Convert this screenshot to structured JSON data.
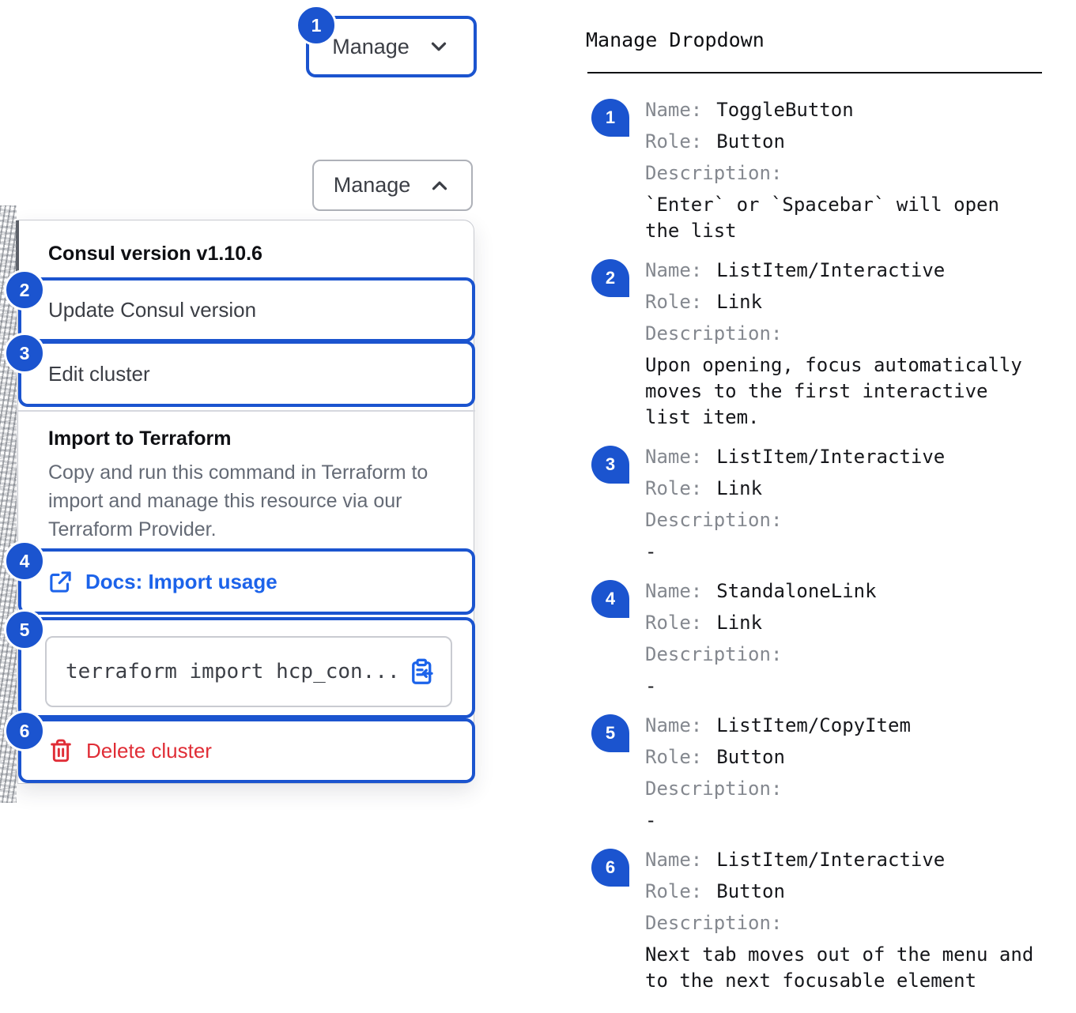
{
  "colors": {
    "annotation_blue": "#1b54cf",
    "link_blue": "#1c63ea",
    "danger_red": "#e02d36",
    "text_dark": "#3b3e45",
    "text_black": "#0e0f13",
    "text_gray": "#646a75",
    "mono_label_gray": "#84888f"
  },
  "annotations": [
    "1",
    "2",
    "3",
    "4",
    "5",
    "6"
  ],
  "left": {
    "toggle_closed": {
      "label": "Manage",
      "icon": "chevron-down"
    },
    "toggle_open": {
      "label": "Manage",
      "icon": "chevron-up"
    },
    "dropdown": {
      "header": "Consul version v1.10.6",
      "item_update": "Update Consul version",
      "item_edit": "Edit cluster",
      "import_title": "Import to Terraform",
      "import_description": "Copy and run this command in Terraform to import and manage this resource via our Terraform Provider.",
      "docs_link": "Docs: Import usage",
      "docs_link_icon": "external-link",
      "code_snippet": "terraform import hcp_con...",
      "code_icon": "clipboard-copy",
      "delete_label": "Delete cluster",
      "delete_icon": "trash"
    }
  },
  "right": {
    "title": "Manage Dropdown",
    "labels": {
      "name": "Name:",
      "role": "Role:",
      "description": "Description:"
    },
    "items": [
      {
        "num": "1",
        "name": "ToggleButton",
        "role": "Button",
        "description": "`Enter` or `Spacebar` will open the list"
      },
      {
        "num": "2",
        "name": "ListItem/Interactive",
        "role": "Link",
        "description": "Upon opening, focus automatically moves to the first interactive list item."
      },
      {
        "num": "3",
        "name": "ListItem/Interactive",
        "role": "Link",
        "description": "-"
      },
      {
        "num": "4",
        "name": "StandaloneLink",
        "role": "Link",
        "description": "-"
      },
      {
        "num": "5",
        "name": "ListItem/CopyItem",
        "role": "Button",
        "description": "-"
      },
      {
        "num": "6",
        "name": "ListItem/Interactive",
        "role": "Button",
        "description": "Next tab moves out of the menu and to the next focusable element"
      }
    ]
  }
}
